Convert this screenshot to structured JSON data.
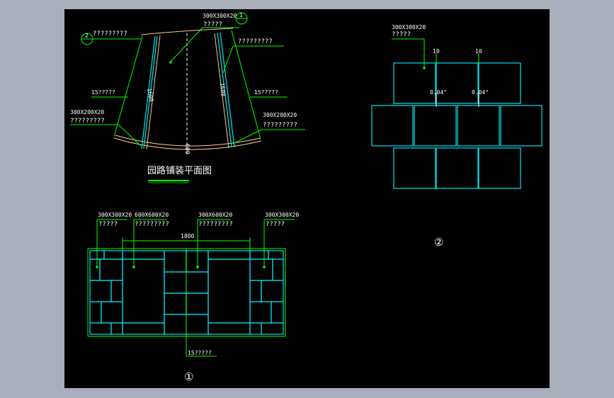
{
  "plan": {
    "title": "园路铺装平面图",
    "labels": {
      "top_spec": "300X300X20",
      "top_name": "?????",
      "left_callout": "?????????",
      "right_callout": "?????????",
      "left_edge": "15?????",
      "right_edge": "15?????",
      "left_stone_spec": "300X200X20",
      "left_stone_name": "?????????",
      "right_stone_spec": "300X200X20",
      "right_stone_name": "?????????",
      "dim_left": "1600",
      "dim_right": "1600",
      "dim_bottom": "600",
      "marker_1": "1",
      "marker_2": "2"
    }
  },
  "detail2": {
    "spec": "300X300X20",
    "name": "?????",
    "dim_a": "10",
    "dim_b": "10",
    "angle_a": "0.04°",
    "angle_b": "0.04°",
    "marker": "②"
  },
  "detail1": {
    "callouts": [
      {
        "spec": "300X300X20",
        "name": "?????"
      },
      {
        "spec": "600X600X20",
        "name": "?????????"
      },
      {
        "spec": "300X600X20",
        "name": "?????????"
      },
      {
        "spec": "300X300X20",
        "name": "?????"
      }
    ],
    "dim_width": "1800",
    "bottom_note": "15?????",
    "marker": "①"
  }
}
